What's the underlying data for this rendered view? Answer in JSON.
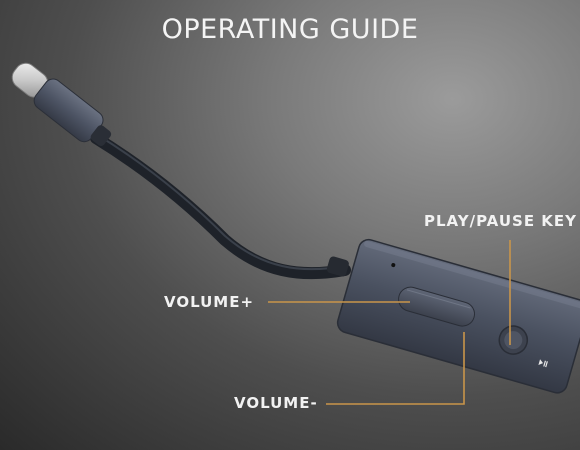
{
  "title": "OPERATING GUIDE",
  "labels": {
    "play_pause": "PLAY/PAUSE KEY",
    "volume_up": "VOLUME+",
    "volume_down": "VOLUME-"
  },
  "colors": {
    "leader_line": "#c9954a",
    "device_body": "#4a5160",
    "cable": "#1e2229"
  },
  "icons": [
    "usb-c-connector-icon",
    "play-pause-glyph-icon"
  ]
}
